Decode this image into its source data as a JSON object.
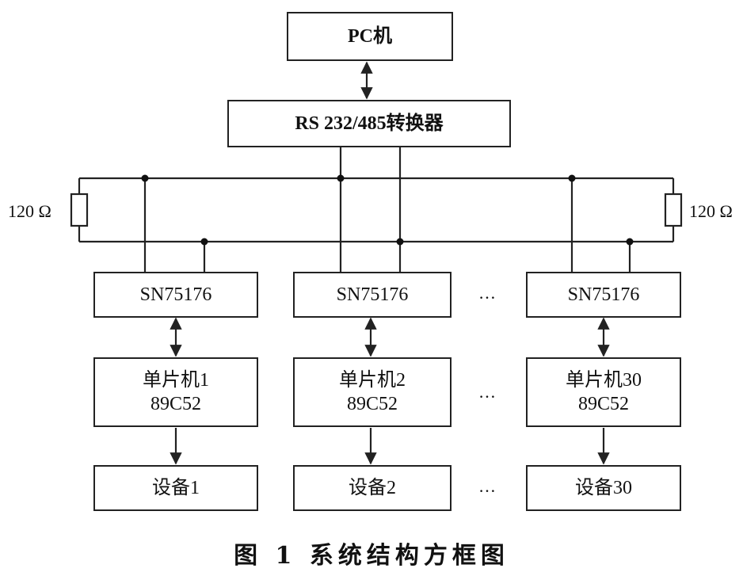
{
  "pc": {
    "label": "PC机"
  },
  "converter": {
    "label": "RS 232/485转换器"
  },
  "resistor_left": {
    "label": "120 Ω"
  },
  "resistor_right": {
    "label": "120 Ω"
  },
  "transceivers": [
    "SN75176",
    "SN75176",
    "SN75176"
  ],
  "mcus": [
    {
      "name": "单片机1",
      "model": "89C52"
    },
    {
      "name": "单片机2",
      "model": "89C52"
    },
    {
      "name": "单片机30",
      "model": "89C52"
    }
  ],
  "devices": [
    "设备1",
    "设备2",
    "设备30"
  ],
  "ellipsis": "…",
  "caption": "图 1   系统结构方框图"
}
